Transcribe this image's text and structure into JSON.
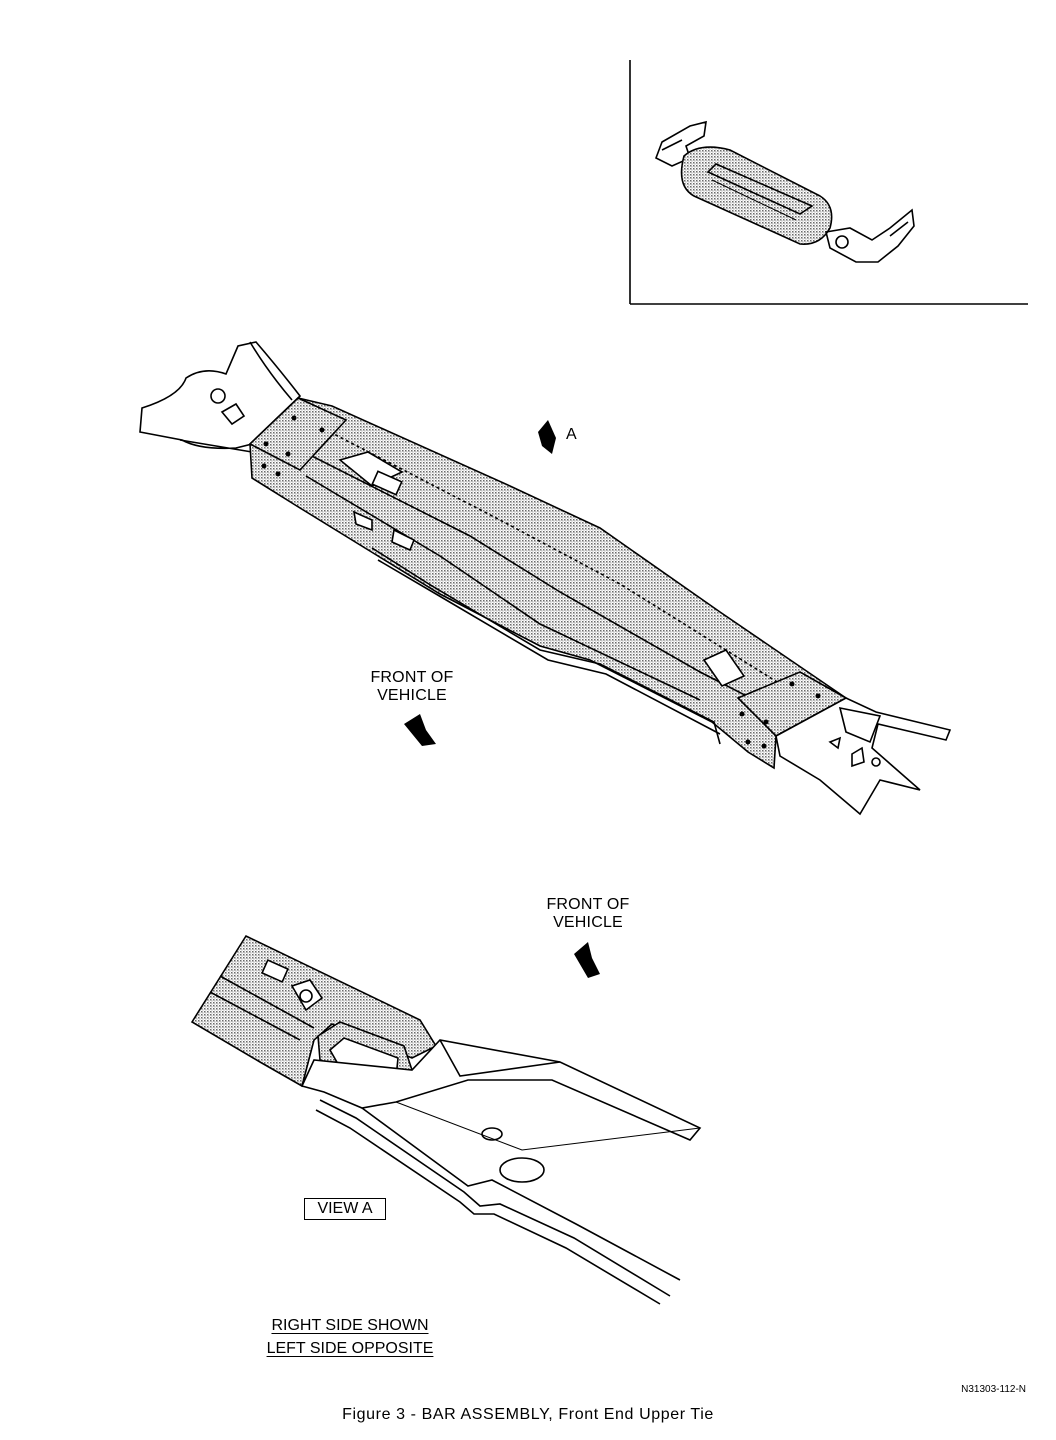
{
  "figure": {
    "caption": "Figure 3 - BAR ASSEMBLY, Front End Upper Tie",
    "reference_code": "N31303-112-N"
  },
  "labels": {
    "view_pointer": "A",
    "front_of_vehicle_main": [
      "FRONT OF",
      "VEHICLE"
    ],
    "front_of_vehicle_detail": [
      "FRONT OF",
      "VEHICLE"
    ],
    "view_box": "VIEW A",
    "note_line1": "RIGHT SIDE SHOWN",
    "note_line2": "LEFT SIDE OPPOSITE"
  },
  "colors": {
    "ink": "#000000",
    "paper": "#ffffff",
    "shading": "#b3b3b3"
  }
}
